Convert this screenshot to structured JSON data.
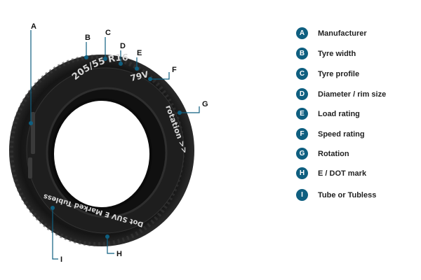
{
  "tyre": {
    "size_marking": "205/55 R16",
    "load_speed_marking": "79V",
    "rotation_marking": "rotation >>",
    "lower_marking": "Dot SUV  E Marked  Tubless"
  },
  "legend": [
    {
      "letter": "A",
      "label": "Manufacturer"
    },
    {
      "letter": "B",
      "label": "Tyre width"
    },
    {
      "letter": "C",
      "label": "Tyre profile"
    },
    {
      "letter": "D",
      "label": "Diameter / rim size"
    },
    {
      "letter": "E",
      "label": "Load rating"
    },
    {
      "letter": "F",
      "label": "Speed rating"
    },
    {
      "letter": "G",
      "label": "Rotation"
    },
    {
      "letter": "H",
      "label": "E / DOT mark"
    },
    {
      "letter": "I",
      "label": "Tube or Tubless"
    }
  ],
  "colors": {
    "accent": "#0f5f80",
    "tyre": "#1b1b1b",
    "leader_line": "#0f5f80"
  }
}
